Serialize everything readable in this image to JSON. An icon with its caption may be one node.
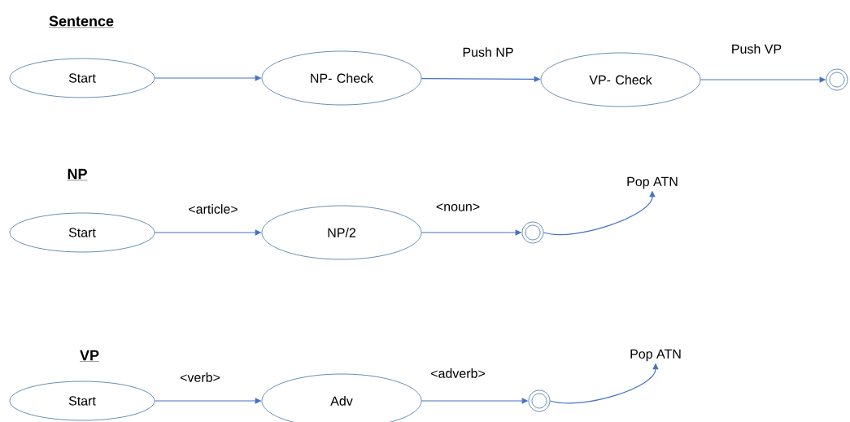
{
  "diagram": {
    "nodes": [
      {
        "text": [
          "Start"
        ]
      },
      {
        "text": [
          "NP- Check"
        ]
      },
      {
        "text": [
          "VP- Check"
        ]
      },
      {
        "text": [],
        "shape": "circle"
      },
      {
        "text": [
          "Start"
        ]
      },
      {
        "text": [
          "NP/2"
        ]
      },
      {
        "text": [],
        "shape": "circle"
      },
      {
        "text": [
          "Pop ATN"
        ]
      },
      {
        "text": [
          "Start"
        ]
      },
      {
        "text": [
          "Adv"
        ]
      },
      {
        "text": [],
        "shape": "circle"
      },
      {
        "text": [
          "Pop ATN"
        ]
      }
    ],
    "edges": [
      {
        "from": 0,
        "to": 1,
        "arrow": "to"
      },
      {
        "from": 1,
        "to": 2,
        "arrow": "to",
        "label": "Push NP"
      },
      {
        "from": 2,
        "to": 3,
        "arrow": "to",
        "label": "Push VP"
      },
      {
        "from": 4,
        "to": 5,
        "arrow": "to",
        "label": "<article>"
      },
      {
        "from": 5,
        "to": 6,
        "arrow": "to",
        "label": "<noun>"
      },
      {
        "from": 6,
        "to": 7,
        "arrow": "to"
      },
      {
        "from": 8,
        "to": 9,
        "arrow": "to",
        "label": "<verb>"
      },
      {
        "from": 9,
        "to": 10,
        "arrow": "to",
        "label": "<adverb>"
      },
      {
        "from": 10,
        "to": 11,
        "arrow": "to"
      }
    ],
    "labels": [
      "Sentence",
      "NP",
      "VP"
    ]
  }
}
